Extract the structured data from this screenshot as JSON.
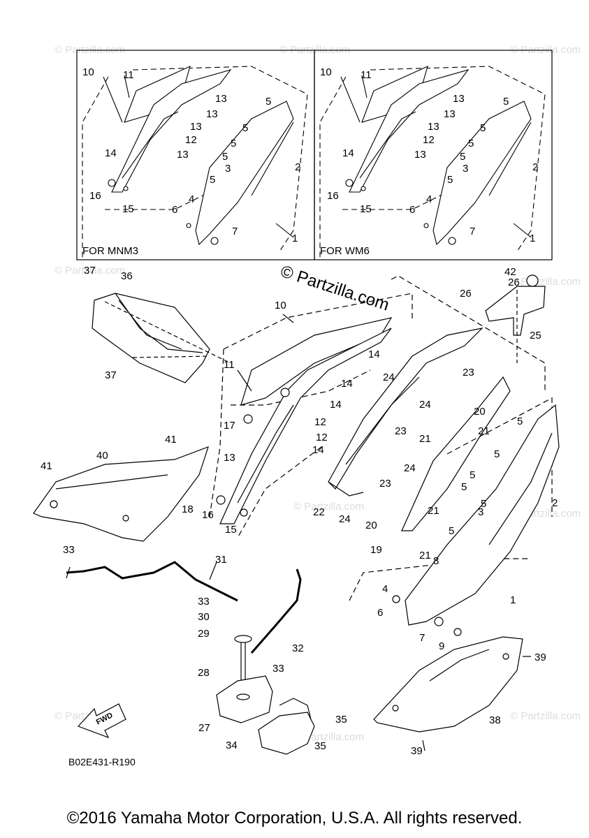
{
  "diagram": {
    "insets": [
      {
        "label": "FOR MNM3"
      },
      {
        "label": "FOR WM6"
      }
    ],
    "watermark_main": "© Partzilla.com",
    "watermark_small": "© Partzilla.com",
    "fwd_label": "FWD",
    "drawing_code": "B02E431-R190",
    "callouts": [
      "1",
      "2",
      "3",
      "4",
      "5",
      "6",
      "7",
      "8",
      "9",
      "10",
      "11",
      "12",
      "13",
      "14",
      "15",
      "16",
      "17",
      "18",
      "19",
      "20",
      "21",
      "22",
      "23",
      "24",
      "25",
      "26",
      "27",
      "28",
      "29",
      "30",
      "31",
      "32",
      "33",
      "34",
      "35",
      "36",
      "37",
      "38",
      "39",
      "40",
      "41",
      "42"
    ],
    "inset_callouts": [
      "1",
      "2",
      "3",
      "4",
      "5",
      "6",
      "7",
      "10",
      "11",
      "12",
      "13",
      "14",
      "15",
      "16"
    ]
  },
  "footer": {
    "copyright": "©2016 Yamaha Motor Corporation, U.S.A. All rights reserved."
  }
}
